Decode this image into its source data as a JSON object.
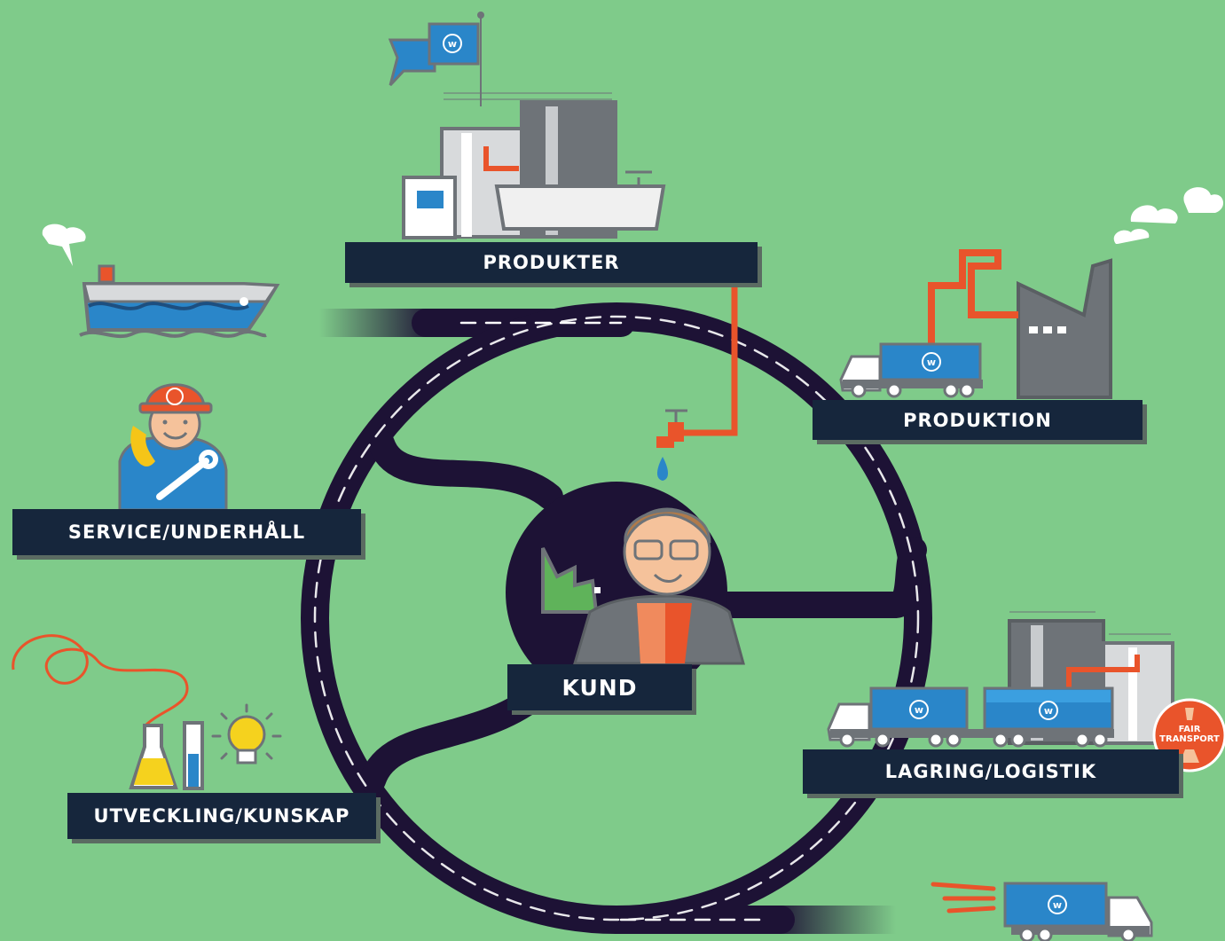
{
  "labels": {
    "produkter": "PRODUKTER",
    "produktion": "PRODUKTION",
    "service": "SERVICE/UNDERHÅLL",
    "kund": "KUND",
    "lagring": "LAGRING/LOGISTIK",
    "utveckling": "UTVECKLING/KUNSKAP"
  },
  "badge": {
    "line1": "FAIR",
    "line2": "TRANSPORT"
  },
  "logo_letter": "w",
  "colors": {
    "background": "#7fcb8a",
    "road": "#1d1235",
    "label_bg": "#16263c",
    "pipe": "#e9542b",
    "blue": "#2a86c9",
    "grey": "#6e7378"
  },
  "icons": [
    "flag-icon",
    "factory-icon",
    "ship-icon",
    "worker-icon",
    "customer-icon",
    "truck-icon",
    "flask-icon",
    "lightbulb-icon",
    "tap-icon",
    "fair-transport-badge"
  ]
}
